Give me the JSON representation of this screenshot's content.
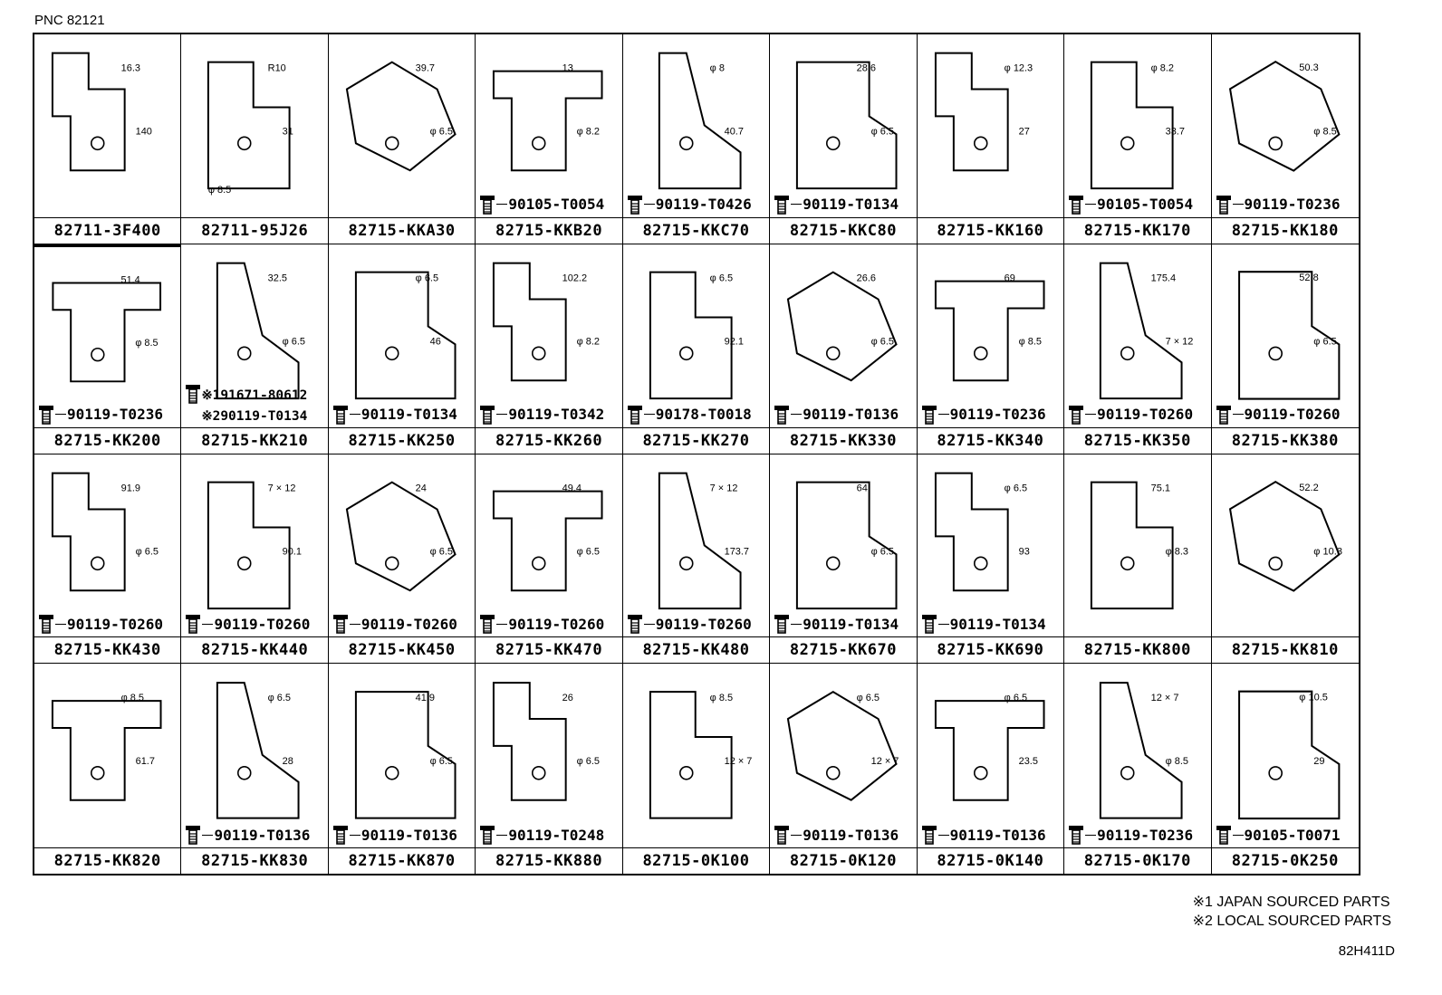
{
  "pnc": "PNC 82121",
  "cells": [
    {
      "part": "82711-3F400",
      "bolt": "",
      "dims": [
        "16.3",
        "140"
      ]
    },
    {
      "part": "82711-95J26",
      "bolt": "",
      "dims": [
        "R10",
        "31",
        "φ 8.5"
      ]
    },
    {
      "part": "82715-KKA30",
      "bolt": "",
      "dims": [
        "39.7",
        "φ 6.5"
      ]
    },
    {
      "part": "82715-KKB20",
      "bolt": "90105-T0054",
      "dims": [
        "13",
        "φ 8.2"
      ]
    },
    {
      "part": "82715-KKC70",
      "bolt": "90119-T0426",
      "dims": [
        "φ 8",
        "40.7"
      ]
    },
    {
      "part": "82715-KKC80",
      "bolt": "90119-T0134",
      "dims": [
        "28.6",
        "φ 6.5"
      ]
    },
    {
      "part": "82715-KK160",
      "bolt": "",
      "dims": [
        "φ 12.3",
        "27"
      ]
    },
    {
      "part": "82715-KK170",
      "bolt": "90105-T0054",
      "dims": [
        "φ 8.2",
        "33.7"
      ]
    },
    {
      "part": "82715-KK180",
      "bolt": "90119-T0236",
      "dims": [
        "50.3",
        "φ 8.5"
      ]
    },
    {
      "part": "82715-KK200",
      "bolt": "90119-T0236",
      "dims": [
        "51.4",
        "φ 8.5"
      ]
    },
    {
      "part": "82715-KK210",
      "bolt": "",
      "bolt_lines": [
        "※191671-80612",
        "※290119-T0134"
      ],
      "dims": [
        "32.5",
        "φ 6.5"
      ]
    },
    {
      "part": "82715-KK250",
      "bolt": "90119-T0134",
      "dims": [
        "φ 6.5",
        "46"
      ]
    },
    {
      "part": "82715-KK260",
      "bolt": "90119-T0342",
      "dims": [
        "102.2",
        "φ 8.2"
      ]
    },
    {
      "part": "82715-KK270",
      "bolt": "90178-T0018",
      "dims": [
        "φ 6.5",
        "92.1"
      ]
    },
    {
      "part": "82715-KK330",
      "bolt": "90119-T0136",
      "dims": [
        "26.6",
        "φ 6.5"
      ]
    },
    {
      "part": "82715-KK340",
      "bolt": "90119-T0236",
      "dims": [
        "69",
        "φ 8.5"
      ]
    },
    {
      "part": "82715-KK350",
      "bolt": "90119-T0260",
      "dims": [
        "175.4",
        "7 × 12"
      ]
    },
    {
      "part": "82715-KK380",
      "bolt": "90119-T0260",
      "dims": [
        "52.8",
        "φ 6.5"
      ]
    },
    {
      "part": "82715-KK430",
      "bolt": "90119-T0260",
      "dims": [
        "91.9",
        "φ 6.5"
      ]
    },
    {
      "part": "82715-KK440",
      "bolt": "90119-T0260",
      "dims": [
        "7 × 12",
        "90.1"
      ]
    },
    {
      "part": "82715-KK450",
      "bolt": "90119-T0260",
      "dims": [
        "24",
        "φ 6.5"
      ]
    },
    {
      "part": "82715-KK470",
      "bolt": "90119-T0260",
      "dims": [
        "49.4",
        "φ 6.5"
      ]
    },
    {
      "part": "82715-KK480",
      "bolt": "90119-T0260",
      "dims": [
        "7 × 12",
        "173.7"
      ]
    },
    {
      "part": "82715-KK670",
      "bolt": "90119-T0134",
      "dims": [
        "64",
        "φ 6.5"
      ]
    },
    {
      "part": "82715-KK690",
      "bolt": "90119-T0134",
      "dims": [
        "φ 6.5",
        "93"
      ]
    },
    {
      "part": "82715-KK800",
      "bolt": "",
      "dims": [
        "75.1",
        "φ 8.3"
      ]
    },
    {
      "part": "82715-KK810",
      "bolt": "",
      "dims": [
        "52.2",
        "φ 10.3"
      ]
    },
    {
      "part": "82715-KK820",
      "bolt": "",
      "dims": [
        "φ 8.5",
        "61.7"
      ]
    },
    {
      "part": "82715-KK830",
      "bolt": "90119-T0136",
      "dims": [
        "φ 6.5",
        "28"
      ]
    },
    {
      "part": "82715-KK870",
      "bolt": "90119-T0136",
      "dims": [
        "41.9",
        "φ 6.5"
      ]
    },
    {
      "part": "82715-KK880",
      "bolt": "90119-T0248",
      "dims": [
        "26",
        "φ 6.5"
      ]
    },
    {
      "part": "82715-0K100",
      "bolt": "",
      "dims": [
        "φ 8.5",
        "12 × 7"
      ]
    },
    {
      "part": "82715-0K120",
      "bolt": "90119-T0136",
      "dims": [
        "φ 6.5",
        "12 × 7"
      ]
    },
    {
      "part": "82715-0K140",
      "bolt": "90119-T0136",
      "dims": [
        "φ 6.5",
        "23.5"
      ]
    },
    {
      "part": "82715-0K170",
      "bolt": "90119-T0236",
      "dims": [
        "12 × 7",
        "φ 8.5"
      ]
    },
    {
      "part": "82715-0K250",
      "bolt": "90105-T0071",
      "dims": [
        "φ 10.5",
        "29"
      ]
    }
  ],
  "notes": [
    "※1 JAPAN SOURCED PARTS",
    "※2 LOCAL SOURCED PARTS"
  ],
  "drawing_code": "82H411D",
  "icon": "bolt-icon"
}
